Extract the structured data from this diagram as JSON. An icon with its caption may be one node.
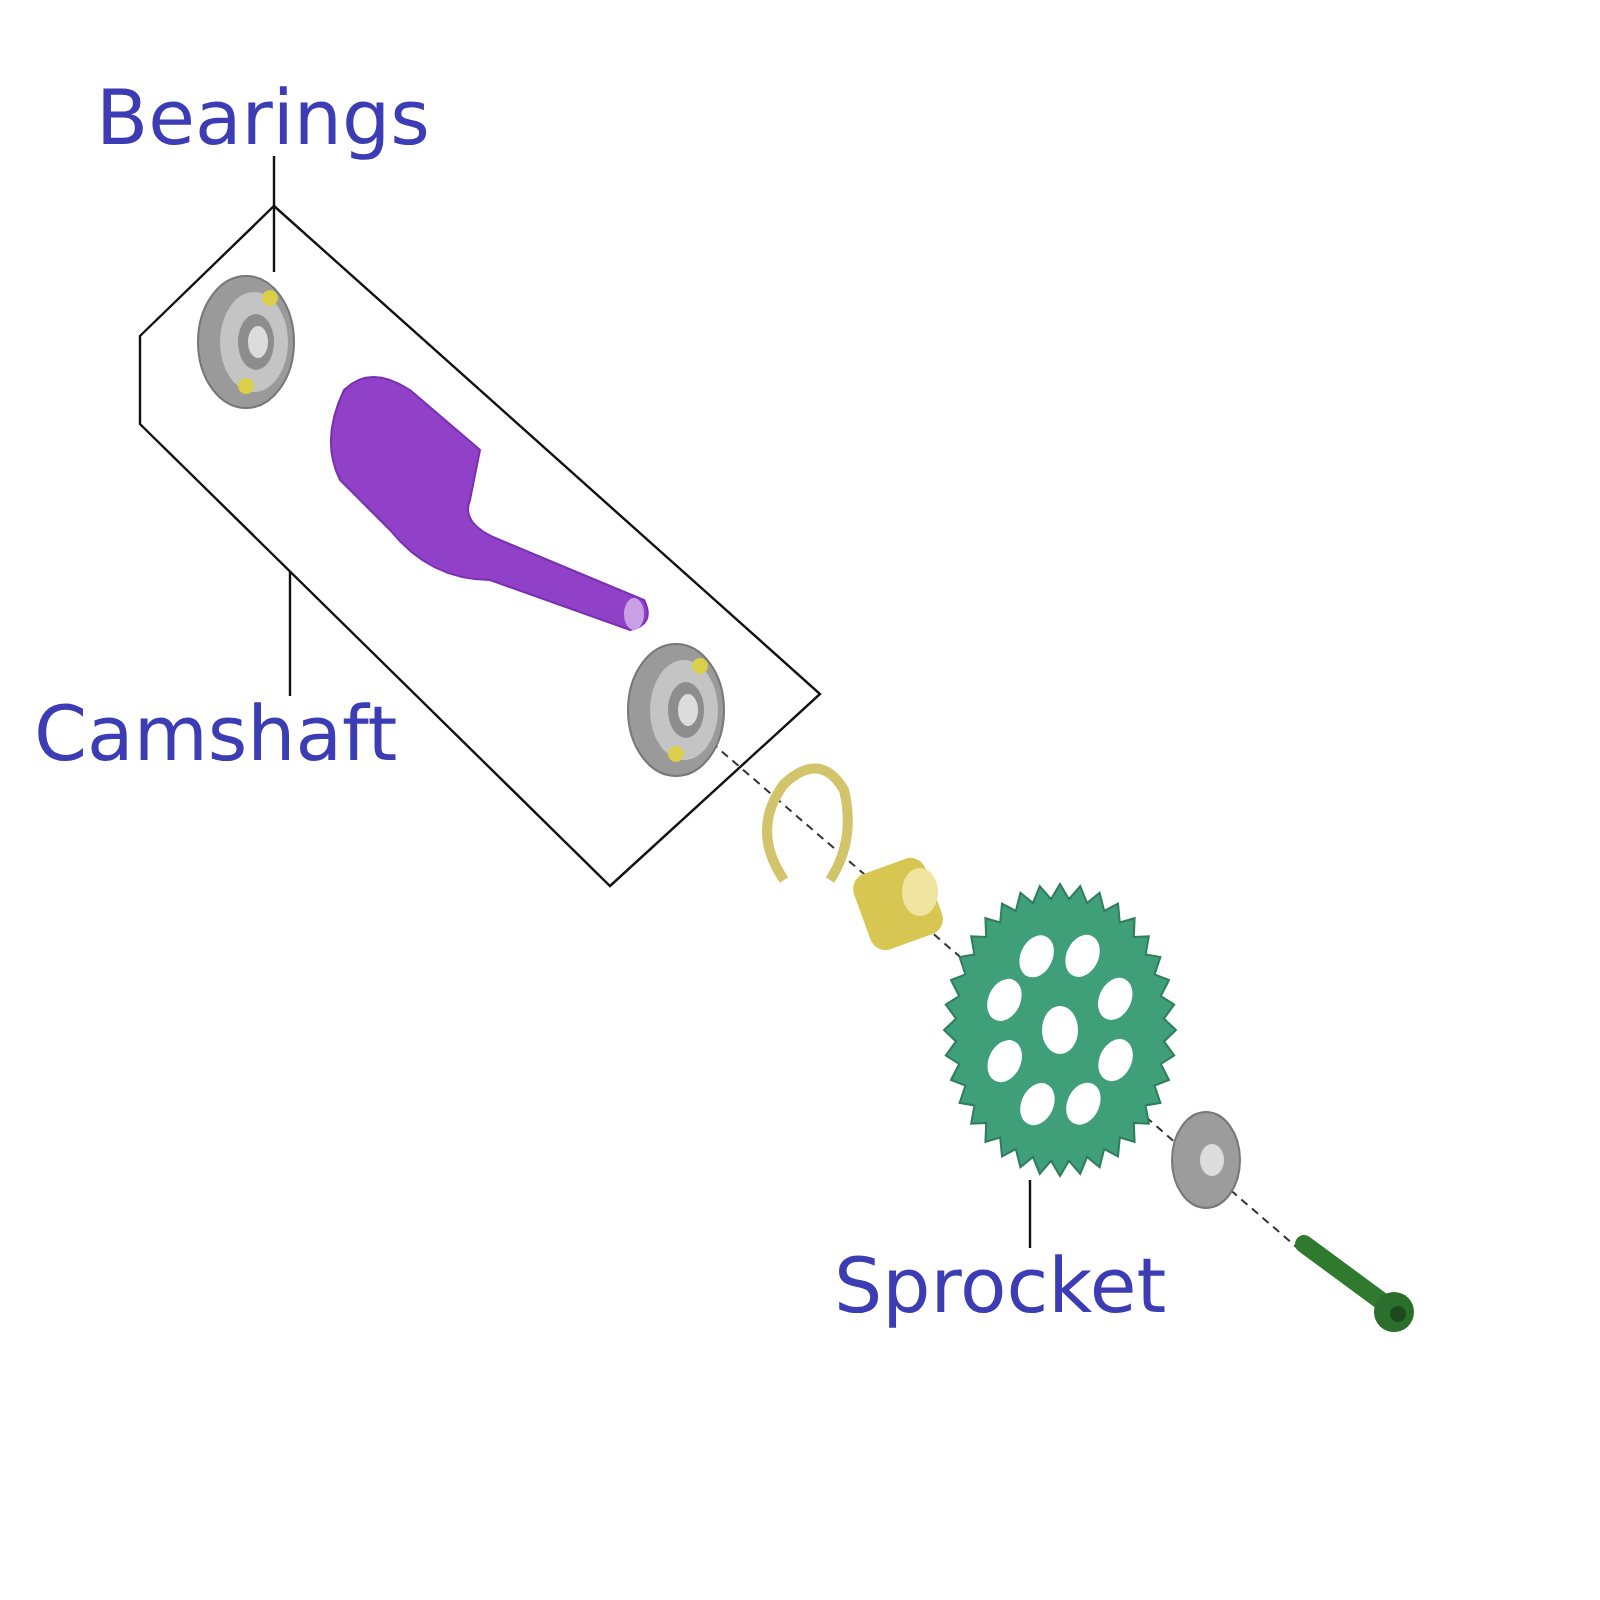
{
  "diagram": {
    "nodes": [
      {
        "text": [
          "Bearings"
        ]
      },
      {
        "text": [
          "Camshaft"
        ]
      },
      {
        "text": [
          "Sprocket"
        ]
      },
      {
        "text": [],
        "shape": "box"
      },
      {
        "text": [],
        "shape": "picture",
        "in": 3
      },
      {
        "text": [],
        "shape": "picture"
      }
    ],
    "edges": [
      {
        "from": 0,
        "to": 4,
        "arrow": "none"
      },
      {
        "from": 1,
        "to": 3,
        "arrow": "none"
      },
      {
        "from": 2,
        "to": 5,
        "arrow": "none"
      }
    ]
  }
}
